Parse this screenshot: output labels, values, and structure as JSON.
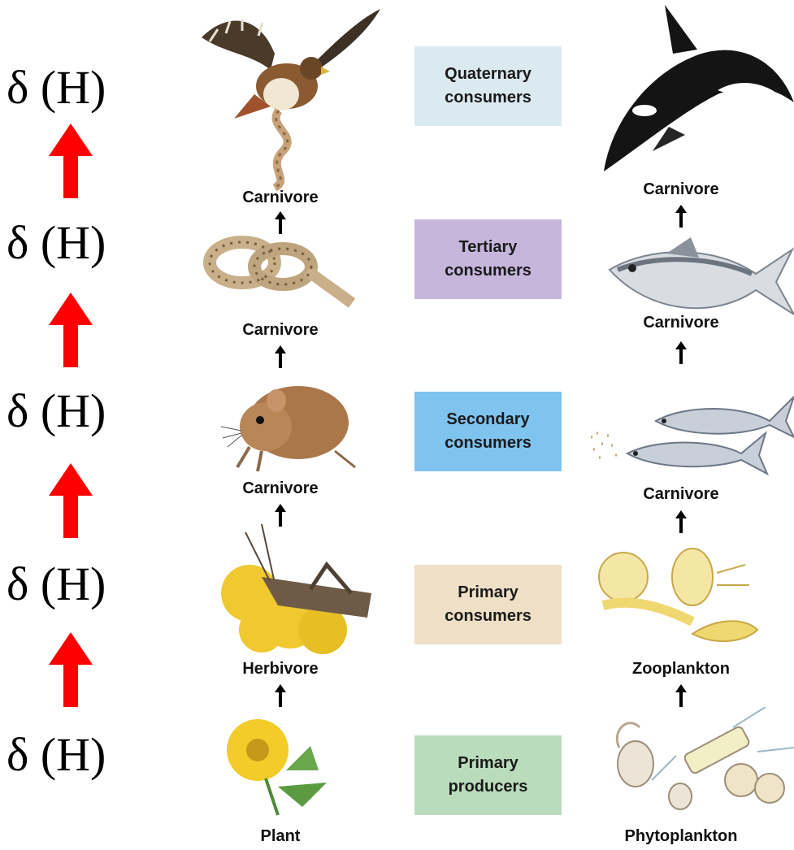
{
  "delta_symbol": "δ  (H)",
  "levels": [
    {
      "line1": "Quaternary",
      "line2": "consumers",
      "color": "#dbe9f0"
    },
    {
      "line1": "Tertiary",
      "line2": "consumers",
      "color": "#c6b6dc"
    },
    {
      "line1": "Secondary",
      "line2": "consumers",
      "color": "#7fc3ef"
    },
    {
      "line1": "Primary",
      "line2": "consumers",
      "color": "#eedfc6"
    },
    {
      "line1": "Primary",
      "line2": "producers",
      "color": "#b9dcbc"
    }
  ],
  "terrestrial_labels": [
    "Carnivore",
    "Carnivore",
    "Carnivore",
    "Herbivore",
    "Plant"
  ],
  "marine_labels": [
    "Carnivore",
    "Carnivore",
    "Carnivore",
    "Zooplankton",
    "Phytoplankton"
  ],
  "colors": {
    "arrow_red": "#ff0000",
    "arrow_black": "#000000"
  },
  "icons": {
    "terrestrial": [
      "hawk-icon",
      "snake-icon",
      "mouse-icon",
      "grasshopper-icon",
      "plant-icon"
    ],
    "marine": [
      "orca-icon",
      "tuna-icon",
      "small-fish-icon",
      "zooplankton-icon",
      "phytoplankton-icon"
    ]
  }
}
